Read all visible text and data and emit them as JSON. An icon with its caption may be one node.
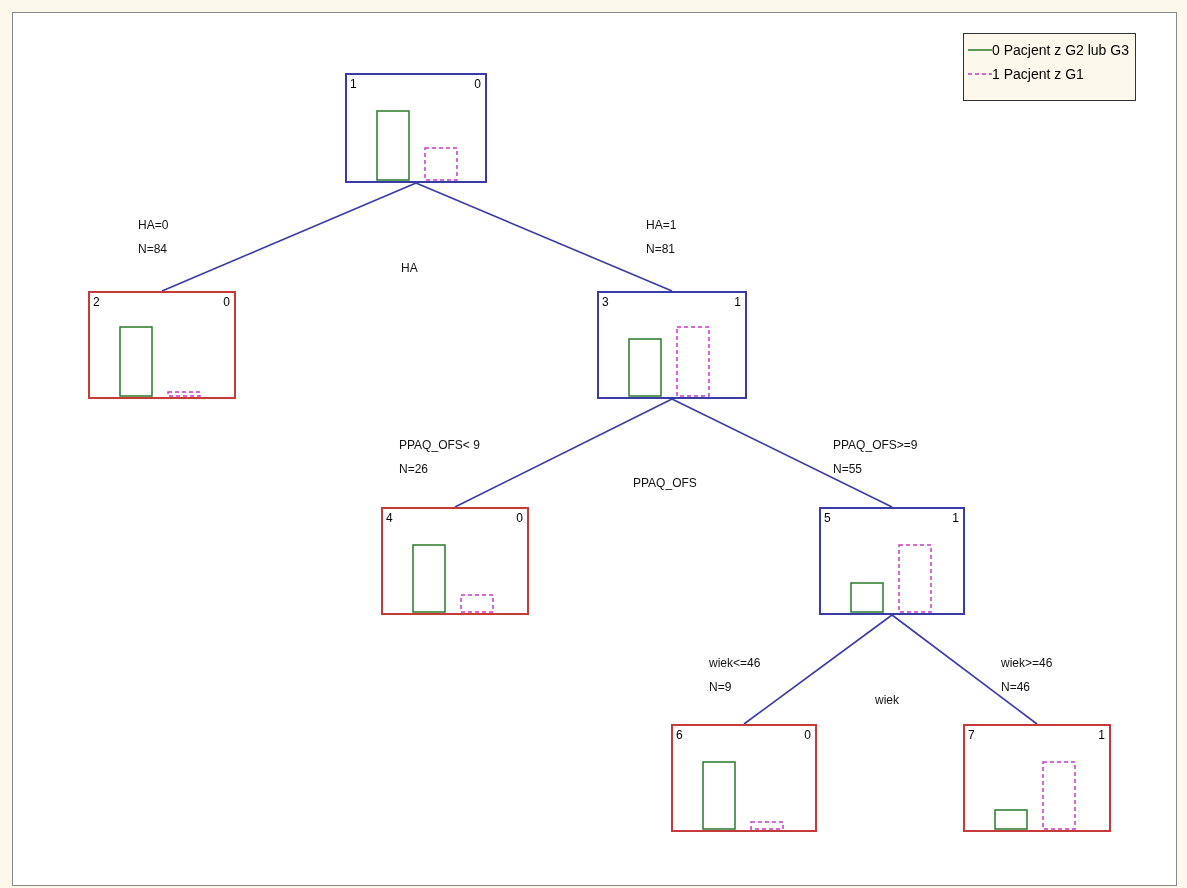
{
  "diagram": {
    "nodes": [
      {
        "text": [
          "1",
          "0"
        ]
      },
      {
        "text": [
          "2",
          "0"
        ]
      },
      {
        "text": [
          "3",
          "1"
        ]
      },
      {
        "text": [
          "4",
          "0"
        ]
      },
      {
        "text": [
          "5",
          "1"
        ]
      },
      {
        "text": [
          "6",
          "0"
        ]
      },
      {
        "text": [
          "7",
          "1"
        ]
      }
    ],
    "edges": [
      {
        "from": 0,
        "to": 1,
        "arrow": "none",
        "label": "HA=0 N=84"
      },
      {
        "from": 0,
        "to": 2,
        "arrow": "none",
        "label": "HA=1 N=81"
      },
      {
        "from": 2,
        "to": 3,
        "arrow": "none",
        "label": "PPAQ_OFS< 9 N=26"
      },
      {
        "from": 2,
        "to": 4,
        "arrow": "none",
        "label": "PPAQ_OFS>=9 N=55"
      },
      {
        "from": 4,
        "to": 5,
        "arrow": "none",
        "label": "wiek<=46 N=9"
      },
      {
        "from": 4,
        "to": 6,
        "arrow": "none",
        "label": "wiek>=46 N=46"
      }
    ],
    "labels": [
      "HA",
      "PPAQ_OFS",
      "wiek"
    ],
    "legend": [
      {
        "text": "0 Pacjent z G2 lub G3"
      },
      {
        "text": "1 Pacjent z G1"
      }
    ]
  }
}
